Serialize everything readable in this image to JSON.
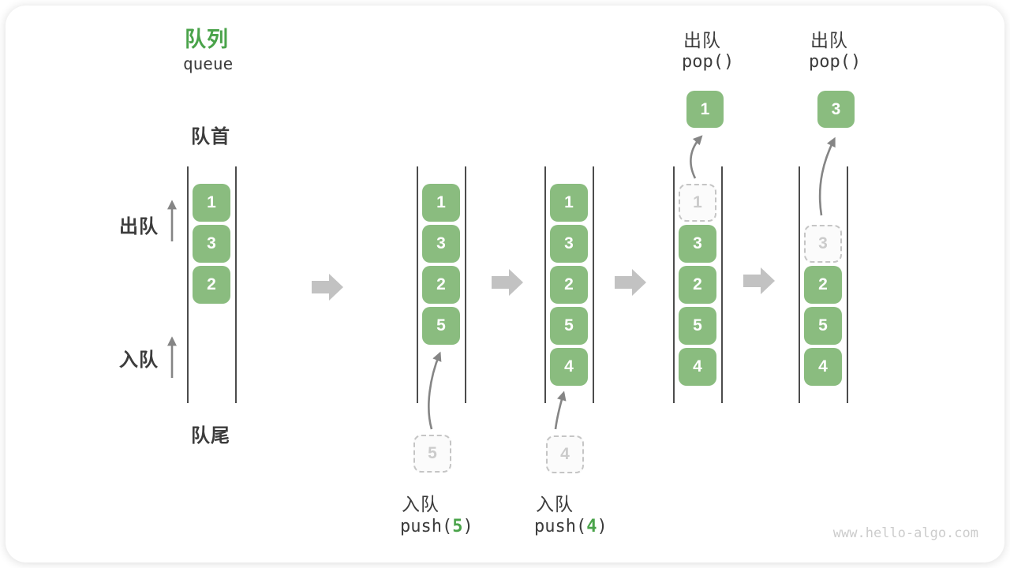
{
  "title": {
    "zh": "队列",
    "en": "queue"
  },
  "side_labels": {
    "front": "队首",
    "rear": "队尾",
    "dequeue": "出队",
    "enqueue": "入队"
  },
  "colors": {
    "box_green": "#8abc7f",
    "title_green": "#4aa34a",
    "text_dark": "#3b3b3b",
    "block_arrow_gray": "#c2c2c2",
    "thin_arrow_gray": "#858585",
    "dashed_gray": "#c5c5c5"
  },
  "states": [
    {
      "slots": [
        {
          "t": "solid",
          "v": "1"
        },
        {
          "t": "solid",
          "v": "3"
        },
        {
          "t": "solid",
          "v": "2"
        }
      ]
    },
    {
      "slots": [
        {
          "t": "solid",
          "v": "1"
        },
        {
          "t": "solid",
          "v": "3"
        },
        {
          "t": "solid",
          "v": "2"
        },
        {
          "t": "solid",
          "v": "5"
        }
      ],
      "incoming": "5",
      "op": {
        "label": "入队",
        "fn": "push(",
        "arg": "5",
        "close": ")"
      }
    },
    {
      "slots": [
        {
          "t": "solid",
          "v": "1"
        },
        {
          "t": "solid",
          "v": "3"
        },
        {
          "t": "solid",
          "v": "2"
        },
        {
          "t": "solid",
          "v": "5"
        },
        {
          "t": "solid",
          "v": "4"
        }
      ],
      "incoming": "4",
      "op": {
        "label": "入队",
        "fn": "push(",
        "arg": "4",
        "close": ")"
      }
    },
    {
      "slots": [
        {
          "t": "dashed",
          "v": "1"
        },
        {
          "t": "solid",
          "v": "3"
        },
        {
          "t": "solid",
          "v": "2"
        },
        {
          "t": "solid",
          "v": "5"
        },
        {
          "t": "solid",
          "v": "4"
        }
      ],
      "popped": "1",
      "op": {
        "label": "出队",
        "code": "pop()"
      }
    },
    {
      "slots": [
        {
          "t": "gap",
          "v": ""
        },
        {
          "t": "dashed",
          "v": "3"
        },
        {
          "t": "solid",
          "v": "2"
        },
        {
          "t": "solid",
          "v": "5"
        },
        {
          "t": "solid",
          "v": "4"
        }
      ],
      "popped": "3",
      "op": {
        "label": "出队",
        "code": "pop()"
      }
    }
  ],
  "watermark": "www.hello-algo.com"
}
